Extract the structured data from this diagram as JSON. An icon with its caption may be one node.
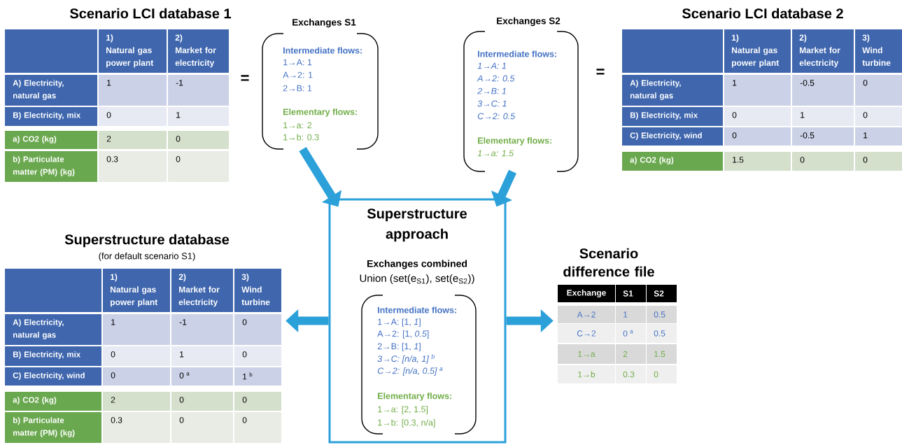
{
  "diagram": {
    "nodes": [
      {
        "text": [
          "Scenario LCI database 1",
          "1)",
          "Natural gas power plant",
          "2)",
          "Market for electricity",
          "A) Electricity, natural gas",
          "1",
          "-1",
          "B) Electricity, mix",
          "0",
          "1",
          "a) CO2 (kg)",
          "2",
          "0",
          "b) Particulate matter (PM) (kg)",
          "0.3",
          "0"
        ]
      },
      {
        "text": [
          "Exchanges S1",
          "Intermediate flows:",
          "1→A: 1",
          "A→2: 1",
          "2→B: 1",
          "Elementary flows:",
          "1→a: 2",
          "1→b: 0.3"
        ]
      },
      {
        "text": [
          "Exchanges S2",
          "Intermediate flows:",
          "1→A: 1",
          "A→2: 0.5",
          "2→B: 1",
          "3→C: 1",
          "C→2: 0.5",
          "Elementary flows:",
          "1→a: 1.5"
        ]
      },
      {
        "text": [
          "Scenario LCI database 2",
          "1)",
          "Natural gas power plant",
          "2)",
          "Market for electricity",
          "3)",
          "Wind turbine",
          "A) Electricity, natural gas",
          "1",
          "-0.5",
          "0",
          "B) Electricity, mix",
          "0",
          "1",
          "0",
          "C) Electricity, wind",
          "0",
          "-0.5",
          "1",
          "a) CO2 (kg)",
          "1.5",
          "0",
          "0"
        ]
      },
      {
        "text": [
          "Superstructure approach",
          "Exchanges combined",
          "Union (set(e$_{S1}$), set(e$_{S2}$))"
        ]
      },
      {
        "text": [
          "Intermediate flows:",
          "1→A: [1, *1*]",
          "A→2: [1, *0.5*]",
          "2→B: [1, *1*]",
          "3→C: [n/a, 1] $^{b}$",
          "C→2: [n/a, 0.5] $^{a}$",
          "Elementary flows:",
          "1→a: [2, 1.5]",
          "1→b: [0.3, n/a]"
        ],
        "in": 4
      },
      {
        "text": [
          "Superstructure database",
          "(for default scenario S1)",
          "1)",
          "Natural gas power plant",
          "2)",
          "Market for electricity",
          "3)",
          "Wind turbine",
          "A) Electricity, natural gas",
          "1",
          "-1",
          "0",
          "B) Electricity, mix",
          "0",
          "1",
          "0",
          "C) Electricity, wind",
          "0",
          "0 $^{a}$",
          "1 $^{b}$",
          "a) CO2 (kg)",
          "2",
          "0",
          "0",
          "b) Particulate matter (PM) (kg)",
          "0.3",
          "0",
          "0"
        ]
      },
      {
        "text": [
          "Scenario difference file",
          "Exchange",
          "S1",
          "S2",
          "A→2",
          "1",
          "0.5",
          "C→2",
          "0 $^{a}$",
          "0.5",
          "1→a",
          "2",
          "1.5",
          "1→b",
          "0.3",
          "0"
        ]
      }
    ],
    "edges": [
      {
        "from": 1,
        "to": 4,
        "arrow": "to"
      },
      {
        "from": 2,
        "to": 4,
        "arrow": "to"
      },
      {
        "from": 4,
        "to": 6,
        "arrow": "to"
      },
      {
        "from": 4,
        "to": 7,
        "arrow": "to"
      }
    ],
    "labels": [
      "=",
      "="
    ]
  }
}
